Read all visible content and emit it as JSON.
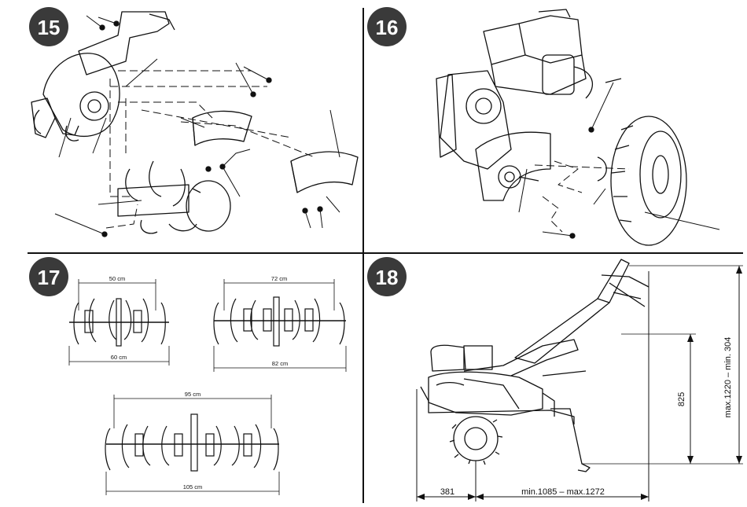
{
  "panels": [
    {
      "number": "15"
    },
    {
      "number": "16"
    },
    {
      "number": "17"
    },
    {
      "number": "18"
    }
  ],
  "tiller_widths": {
    "small_inner": "50 cm",
    "small_outer": "60 cm",
    "medium_inner": "72 cm",
    "medium_outer": "82 cm",
    "large_inner": "95 cm",
    "large_outer": "105 cm"
  },
  "dimensions": {
    "handle_height_range": "max.1220  –  min. 304",
    "handle_height": "825",
    "rear_offset": "381",
    "length_range": "min.1085  –  max.1272"
  },
  "colors": {
    "line": "#111111",
    "badge": "#3a3a3a",
    "badge_text": "#ffffff",
    "background": "#ffffff"
  }
}
